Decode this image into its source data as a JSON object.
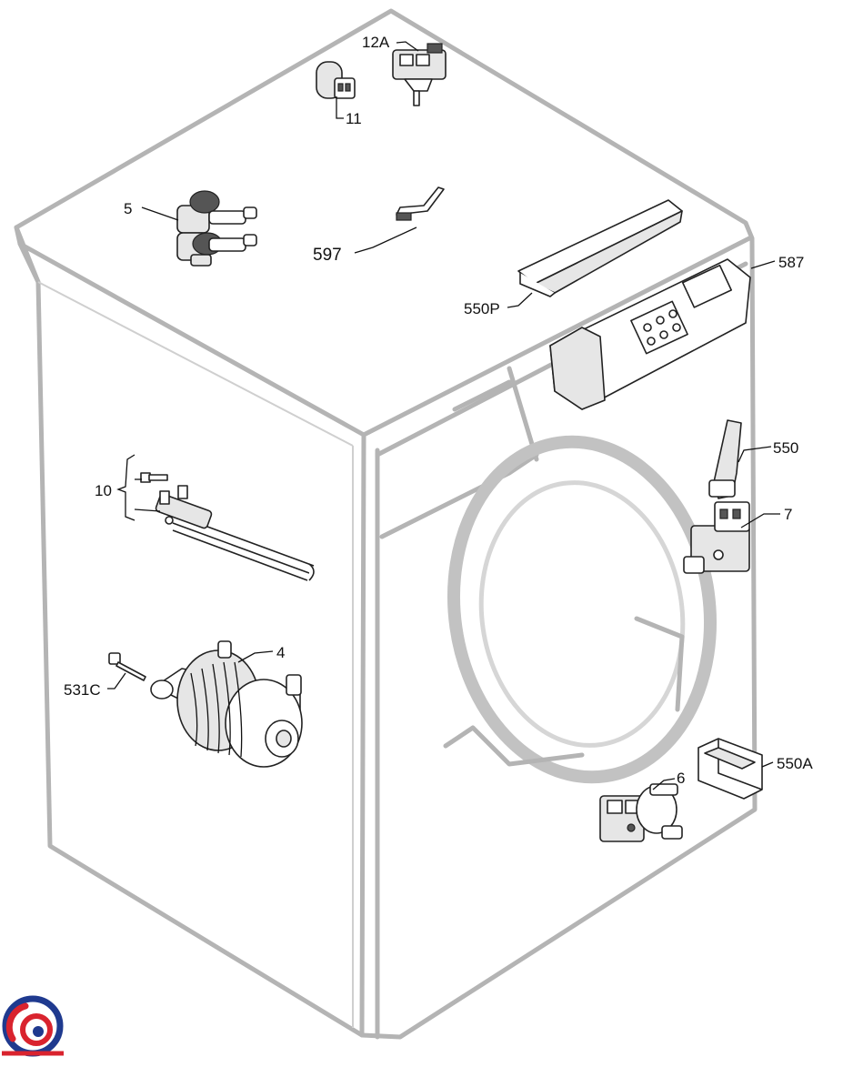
{
  "callouts": {
    "c12a": "12A",
    "c11": "11",
    "c5": "5",
    "c597": "597",
    "c587": "587",
    "c550p": "550P",
    "c550": "550",
    "c10": "10",
    "c7": "7",
    "c4": "4",
    "c531c": "531C",
    "c550a": "550A",
    "c6": "6"
  },
  "colors": {
    "cabinet_outline": "#b4b4b4",
    "part_stroke": "#222222",
    "logo_blue": "#1f3a8f",
    "logo_red": "#d9232e"
  }
}
